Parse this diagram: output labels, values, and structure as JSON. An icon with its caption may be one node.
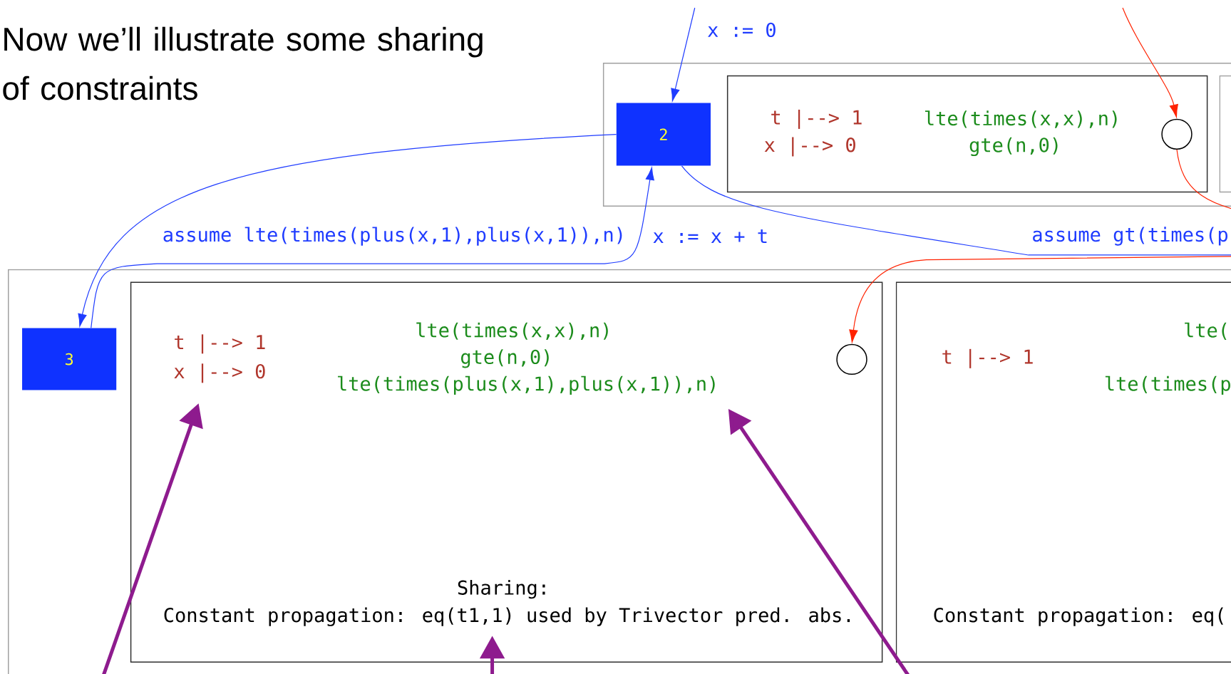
{
  "diagram": {
    "title": "Now we’ll illustrate some sharing of constraints",
    "nodes": [
      {
        "text": [],
        "shape": "box"
      },
      {
        "text": [
          "2"
        ],
        "in": 0
      },
      {
        "text": [
          "t |--> 1",
          "x |--> 0",
          "lte(times(x,x),n)",
          "gte(n,0)"
        ],
        "in": 0
      },
      {
        "text": [],
        "shape": "circle",
        "in": 2
      },
      {
        "text": [],
        "shape": "box",
        "in": 0
      },
      {
        "text": [],
        "shape": "box"
      },
      {
        "text": [
          "3"
        ],
        "in": 5
      },
      {
        "text": [
          "lte(times(x,x),n)",
          "gte(n,0)",
          "Sharing:"
        ],
        "in": 5
      },
      {
        "text": [
          "t |--> 1",
          "x |--> 0"
        ],
        "in": 7
      },
      {
        "text": [
          "lte(times(plus(x,1),plus(x,1)),n)"
        ],
        "in": 7
      },
      {
        "text": [],
        "shape": "circle",
        "in": 7
      },
      {
        "text": [
          "Constant propagation: eq(t1,1) used by Trivector pred. abs."
        ],
        "in": 7
      },
      {
        "text": [
          "lte(",
          "t |--> 1",
          "lte(times(p",
          "Constant propagation: eq("
        ],
        "in": 5
      }
    ],
    "edges": [
      {
        "from": null,
        "to": 1,
        "arrow": "to",
        "label": "x := 0"
      },
      {
        "from": 1,
        "to": 6,
        "arrow": "to",
        "label": "assume lte(times(plus(x,1),plus(x,1)),n)"
      },
      {
        "from": 6,
        "to": 1,
        "arrow": "to",
        "label": "x := x + t"
      },
      {
        "from": 1,
        "to": null,
        "arrow": "none",
        "label": "assume gt(times(p"
      },
      {
        "from": null,
        "to": 3,
        "arrow": "to",
        "color": "#ff2200"
      },
      {
        "from": 3,
        "to": null,
        "arrow": "none",
        "color": "#ff2200"
      },
      {
        "from": null,
        "to": 10,
        "arrow": "to",
        "color": "#ff2200"
      },
      {
        "from": null,
        "to": 8,
        "arrow": "to",
        "style": "thick",
        "color": "#8e1b8e"
      },
      {
        "from": null,
        "to": 11,
        "arrow": "to",
        "style": "thick",
        "color": "#8e1b8e"
      },
      {
        "from": null,
        "to": 9,
        "arrow": "to",
        "style": "thick",
        "color": "#8e1b8e"
      }
    ]
  }
}
